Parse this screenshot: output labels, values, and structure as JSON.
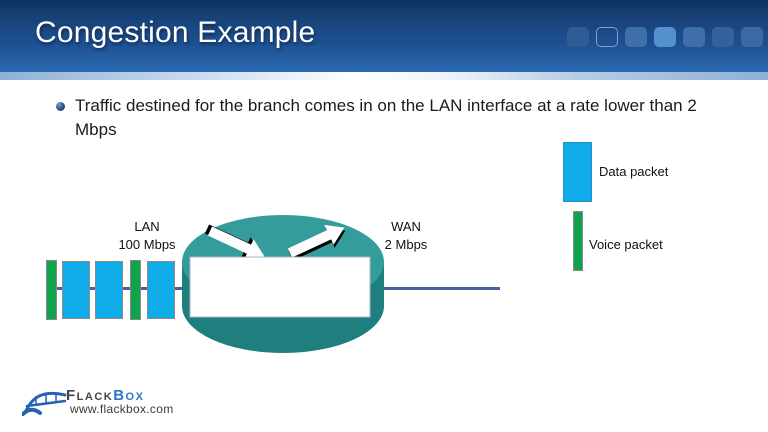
{
  "slide": {
    "title": "Congestion Example",
    "bullet_text": "Traffic destined for the branch comes in on the LAN interface at a rate lower than 2 Mbps"
  },
  "diagram": {
    "lan_interface": {
      "name": "LAN",
      "rate": "100 Mbps"
    },
    "wan_interface": {
      "name": "WAN",
      "rate": "2 Mbps"
    },
    "packet_sequence": [
      "voice",
      "data",
      "data",
      "voice",
      "data"
    ]
  },
  "legend": [
    {
      "type": "data",
      "label": "Data packet",
      "color": "#10ACE9"
    },
    {
      "type": "voice",
      "label": "Voice packet",
      "color": "#0FA34D"
    }
  ],
  "footer": {
    "brand_primary": "Flack",
    "brand_secondary": "Box",
    "website": "www.flackbox.com"
  },
  "colors": {
    "header_gradient_top": "#0F3060",
    "header_gradient_bottom": "#2A6AB2",
    "data_packet": "#10ACE9",
    "voice_packet": "#0FA34D",
    "router_teal": "#349C9A",
    "router_teal_dark": "#1F7E7E",
    "link_line": "#44639E",
    "brand_blue": "#2E74C9"
  }
}
